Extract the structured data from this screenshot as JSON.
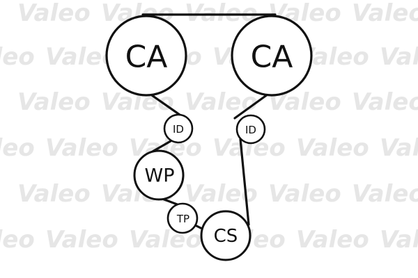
{
  "watermark": {
    "text": "Valeo",
    "color": "#e6e6e6"
  },
  "belt_color": "#111111",
  "components": {
    "camshaft_left": {
      "label": "CA"
    },
    "camshaft_right": {
      "label": "CA"
    },
    "idler_left": {
      "label": "ID"
    },
    "idler_right": {
      "label": "ID"
    },
    "water_pump": {
      "label": "WP"
    },
    "tensioner_pulley": {
      "label": "TP"
    },
    "crankshaft": {
      "label": "CS"
    }
  }
}
